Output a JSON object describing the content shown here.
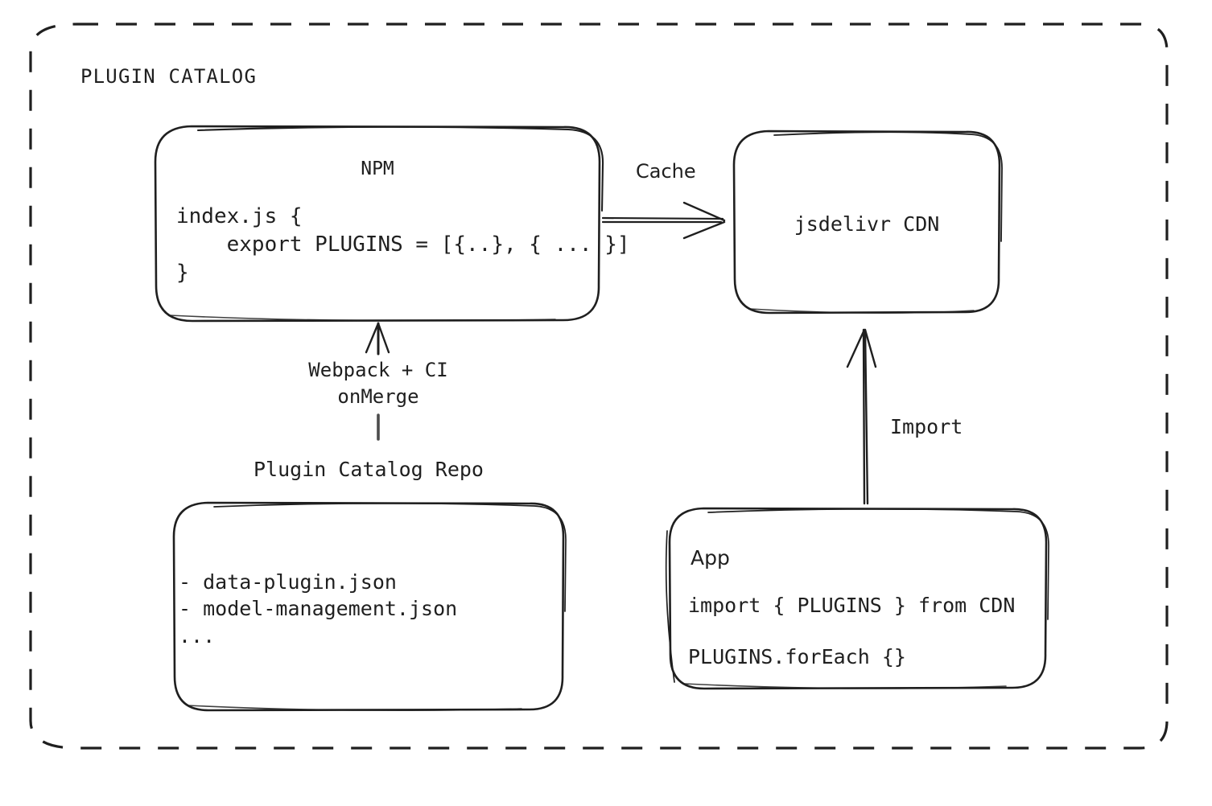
{
  "diagram": {
    "title": "PLUGIN CATALOG",
    "colors": {
      "stroke": "#1f1f1f",
      "background": "#ffffff",
      "text": "#1f1f1f"
    },
    "nodes": {
      "npm": {
        "title": "NPM",
        "code": "index.js {\n    export PLUGINS = [{..}, { ... }]\n}"
      },
      "cdn": {
        "title": "jsdelivr CDN"
      },
      "repo": {
        "caption": "Plugin Catalog Repo",
        "items": "- data-plugin.json\n- model-management.json\n..."
      },
      "app": {
        "title": "App",
        "line1": "import { PLUGINS } from CDN",
        "line2": "PLUGINS.forEach {}"
      }
    },
    "edges": {
      "cache": {
        "label": "Cache"
      },
      "webpack": {
        "label": "Webpack + CI\nonMerge"
      },
      "import": {
        "label": "Import"
      }
    }
  }
}
